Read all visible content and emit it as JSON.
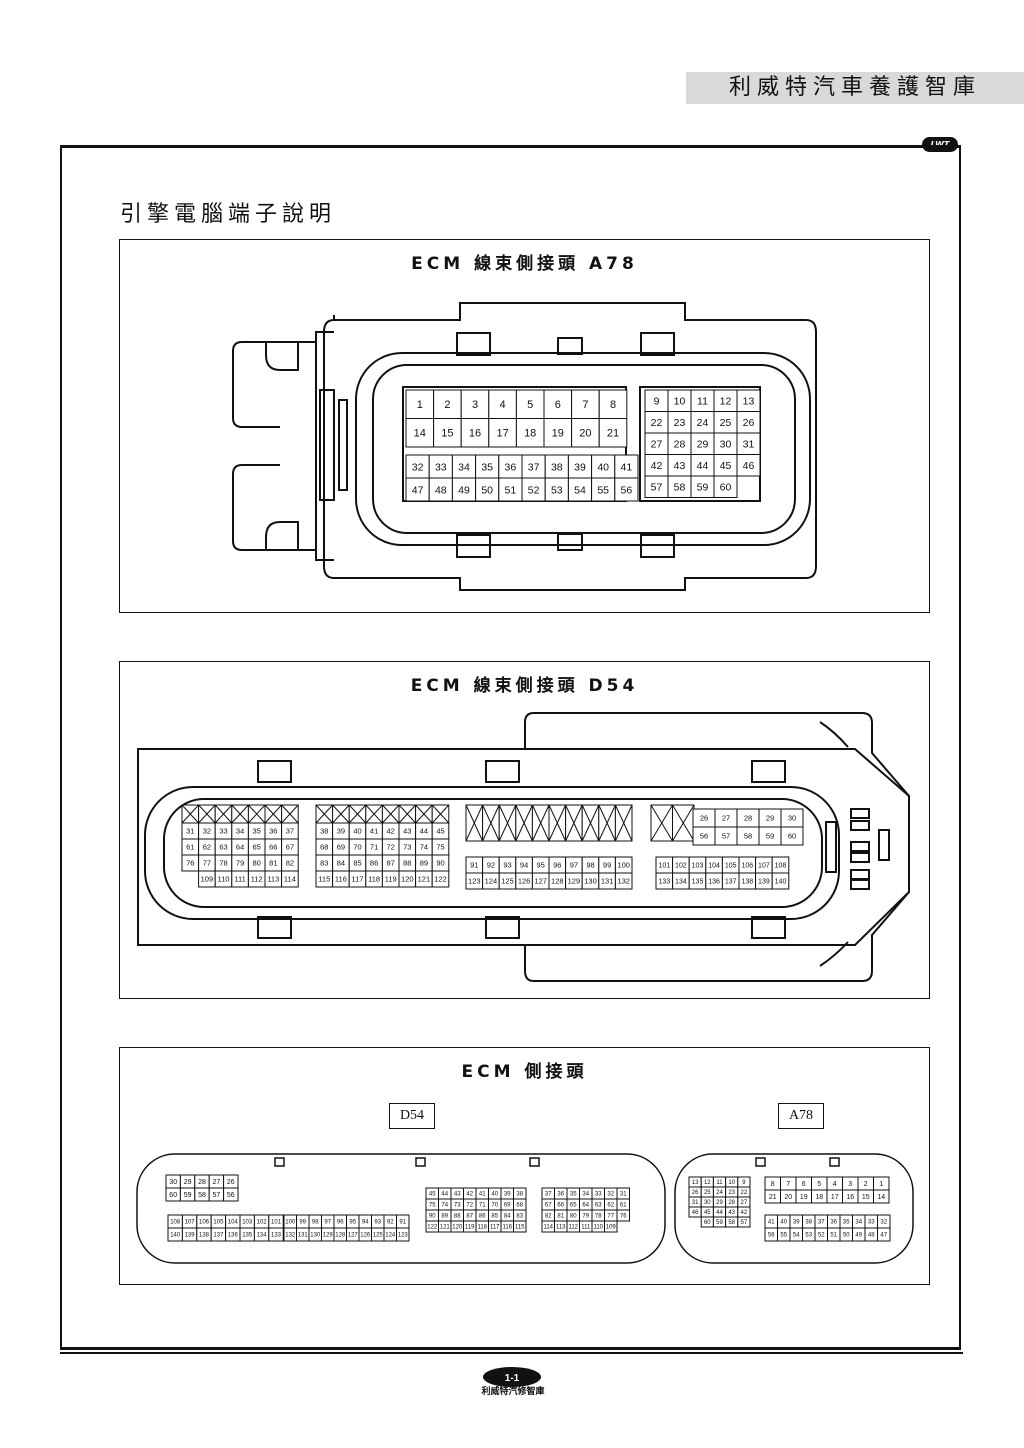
{
  "header": {
    "brand": "利威特汽車養護智庫",
    "logo": "LWT"
  },
  "heading": "引擎電腦端子說明",
  "panelA": {
    "title": "ECM 線束側接頭 A78",
    "left": [
      [
        "1",
        "2",
        "3",
        "4",
        "5",
        "6",
        "7",
        "8"
      ],
      [
        "14",
        "15",
        "16",
        "17",
        "18",
        "19",
        "20",
        "21"
      ],
      [
        "32",
        "33",
        "34",
        "35",
        "36",
        "37",
        "38",
        "39",
        "40",
        "41"
      ],
      [
        "47",
        "48",
        "49",
        "50",
        "51",
        "52",
        "53",
        "54",
        "55",
        "56"
      ]
    ],
    "right": [
      [
        "9",
        "10",
        "11",
        "12",
        "13"
      ],
      [
        "22",
        "23",
        "24",
        "25",
        "26"
      ],
      [
        "27",
        "28",
        "29",
        "30",
        "31"
      ],
      [
        "42",
        "43",
        "44",
        "45",
        "46"
      ],
      [
        "57",
        "58",
        "59",
        "60"
      ]
    ]
  },
  "panelD": {
    "title": "ECM 線束側接頭 D54",
    "g1": [
      [
        "31",
        "32",
        "33",
        "34",
        "35",
        "36",
        "37"
      ],
      [
        "61",
        "62",
        "63",
        "64",
        "65",
        "66",
        "67"
      ],
      [
        "76",
        "77",
        "78",
        "79",
        "80",
        "81",
        "82"
      ],
      [
        "109",
        "110",
        "111",
        "112",
        "113",
        "114"
      ]
    ],
    "g2": [
      [
        "38",
        "39",
        "40",
        "41",
        "42",
        "43",
        "44",
        "45"
      ],
      [
        "68",
        "69",
        "70",
        "71",
        "72",
        "73",
        "74",
        "75"
      ],
      [
        "83",
        "84",
        "85",
        "86",
        "87",
        "88",
        "89",
        "90"
      ],
      [
        "115",
        "116",
        "117",
        "118",
        "119",
        "120",
        "121",
        "122"
      ]
    ],
    "g3": [
      [
        "91",
        "92",
        "93",
        "94",
        "95",
        "96",
        "97",
        "98",
        "99",
        "100"
      ],
      [
        "123",
        "124",
        "125",
        "126",
        "127",
        "128",
        "129",
        "130",
        "131",
        "132"
      ]
    ],
    "g4": [
      [
        "26",
        "27",
        "28",
        "29",
        "30"
      ],
      [
        "56",
        "57",
        "58",
        "59",
        "60"
      ]
    ],
    "g4b": [
      [
        "101",
        "102",
        "103",
        "104",
        "105",
        "106",
        "107",
        "108"
      ],
      [
        "133",
        "134",
        "135",
        "136",
        "137",
        "138",
        "139",
        "140"
      ]
    ]
  },
  "panelE": {
    "title": "ECM 側接頭",
    "labelD": "D54",
    "labelA": "A78",
    "d1": [
      [
        "30",
        "29",
        "28",
        "27",
        "26"
      ],
      [
        "60",
        "59",
        "58",
        "57",
        "56"
      ]
    ],
    "d2": [
      [
        "108",
        "107",
        "106",
        "105",
        "104",
        "103",
        "102",
        "101"
      ],
      [
        "140",
        "139",
        "138",
        "137",
        "136",
        "135",
        "134",
        "133"
      ]
    ],
    "d3": [
      [
        "100",
        "99",
        "98",
        "97",
        "96",
        "95",
        "94",
        "93",
        "92",
        "91"
      ],
      [
        "132",
        "131",
        "130",
        "129",
        "128",
        "127",
        "126",
        "125",
        "124",
        "123"
      ]
    ],
    "d4": [
      [
        "45",
        "44",
        "43",
        "42",
        "41",
        "40",
        "39",
        "38"
      ],
      [
        "75",
        "74",
        "73",
        "72",
        "71",
        "70",
        "69",
        "68"
      ],
      [
        "90",
        "89",
        "88",
        "87",
        "86",
        "85",
        "84",
        "83"
      ],
      [
        "122",
        "121",
        "120",
        "119",
        "118",
        "117",
        "116",
        "115"
      ]
    ],
    "d5": [
      [
        "37",
        "36",
        "35",
        "34",
        "33",
        "32",
        "31"
      ],
      [
        "67",
        "66",
        "65",
        "64",
        "63",
        "62",
        "61"
      ],
      [
        "82",
        "81",
        "80",
        "79",
        "78",
        "77",
        "76"
      ],
      [
        "114",
        "113",
        "112",
        "111",
        "110",
        "109"
      ]
    ],
    "a1": [
      [
        "13",
        "12",
        "11",
        "10",
        "9"
      ],
      [
        "26",
        "25",
        "24",
        "23",
        "22"
      ],
      [
        "31",
        "30",
        "29",
        "28",
        "27"
      ],
      [
        "46",
        "45",
        "44",
        "43",
        "42"
      ],
      [
        "60",
        "59",
        "58",
        "57"
      ]
    ],
    "a2": [
      [
        "8",
        "7",
        "6",
        "5",
        "4",
        "3",
        "2",
        "1"
      ],
      [
        "21",
        "20",
        "19",
        "18",
        "17",
        "16",
        "15",
        "14"
      ]
    ],
    "a3": [
      [
        "41",
        "40",
        "39",
        "38",
        "37",
        "36",
        "35",
        "34",
        "33",
        "32"
      ],
      [
        "56",
        "55",
        "54",
        "53",
        "52",
        "51",
        "50",
        "49",
        "48",
        "47"
      ]
    ]
  },
  "footer": {
    "page": "1-1",
    "text": "利威特汽修智庫"
  }
}
